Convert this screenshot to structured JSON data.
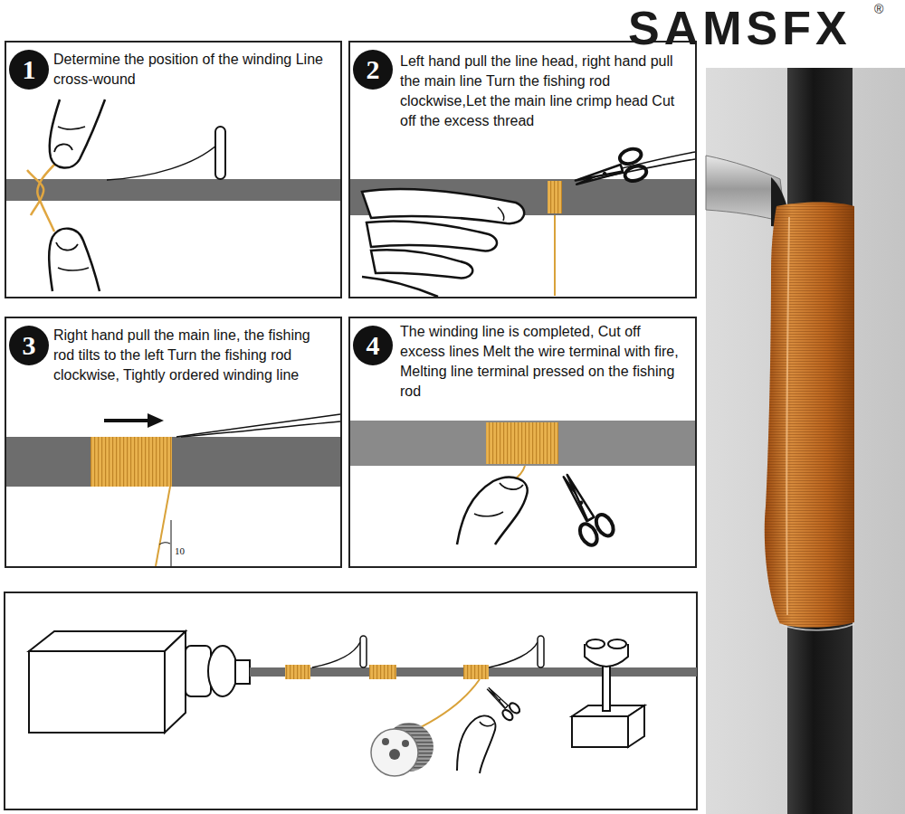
{
  "diagram": {
    "nodes": [
      {
        "text": [
          "Determine the position of the winding Line cross-wound"
        ]
      },
      {
        "text": [
          "1"
        ],
        "in": 0
      },
      {
        "text": [
          "Left hand pull the line head, right hand pull the main line Turn the fishing rod clockwise,Let the main line crimp head Cut off the excess thread"
        ]
      },
      {
        "text": [
          "2"
        ],
        "in": 2
      },
      {
        "text": [
          "Right hand pull the main line, the fishing rod tilts to the left Turn the fishing rod clockwise, Tightly ordered winding line"
        ]
      },
      {
        "text": [
          "3"
        ],
        "in": 4
      },
      {
        "text": [
          "The winding line is completed, Cut off excess lines Melt the wire terminal with fire, Melting line terminal pressed on the fishing rod"
        ]
      },
      {
        "text": [
          "4"
        ],
        "in": 6
      }
    ],
    "labels": [
      "SAMSFX",
      "®",
      "10"
    ]
  }
}
